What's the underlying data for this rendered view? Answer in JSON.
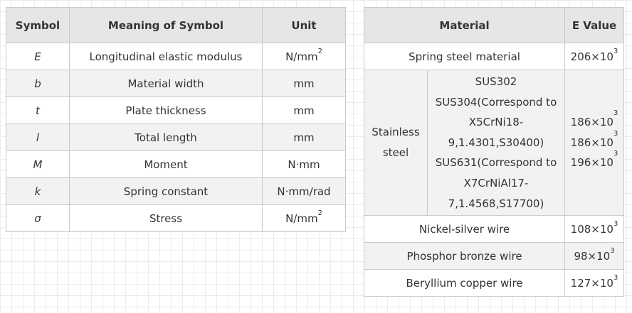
{
  "symbols_table": {
    "headers": [
      "Symbol",
      "Meaning of Symbol",
      "Unit"
    ],
    "rows": [
      {
        "symbol": "E",
        "meaning": "Longitudinal elastic modulus",
        "unit": "N/mm",
        "unit_sup": "2"
      },
      {
        "symbol": "b",
        "meaning": "Material width",
        "unit": "mm",
        "unit_sup": ""
      },
      {
        "symbol": "t",
        "meaning": "Plate thickness",
        "unit": "mm",
        "unit_sup": ""
      },
      {
        "symbol": "l",
        "meaning": "Total length",
        "unit": "mm",
        "unit_sup": ""
      },
      {
        "symbol": "M",
        "meaning": "Moment",
        "unit": "N·mm",
        "unit_sup": ""
      },
      {
        "symbol": "k",
        "meaning": "Spring constant",
        "unit": "N·mm/rad",
        "unit_sup": ""
      },
      {
        "symbol": "σ",
        "meaning": "Stress",
        "unit": "N/mm",
        "unit_sup": "2"
      }
    ]
  },
  "materials_table": {
    "headers": [
      "Material",
      "E Value"
    ],
    "spring_steel": {
      "material": "Spring steel material",
      "e_base": "206×10",
      "e_exp": "3"
    },
    "stainless": {
      "group_label": [
        "Stainless",
        "steel"
      ],
      "grade_lines": [
        "SUS302",
        "SUS304(Correspond to",
        "X5CrNi18-",
        "9,1.4301,S30400)",
        "SUS631(Correspond to",
        "X7CrNiAl17-",
        "7,1.4568,S17700)"
      ],
      "e_values": [
        {
          "base": "186×10",
          "exp": "3"
        },
        {
          "base": "186×10",
          "exp": "3"
        },
        {
          "base": "196×10",
          "exp": "3"
        }
      ]
    },
    "others": [
      {
        "material": "Nickel-silver wire",
        "e_base": "108×10",
        "e_exp": "3"
      },
      {
        "material": "Phosphor bronze wire",
        "e_base": "98×10",
        "e_exp": "3"
      },
      {
        "material": "Beryllium copper wire",
        "e_base": "127×10",
        "e_exp": "3"
      }
    ]
  }
}
